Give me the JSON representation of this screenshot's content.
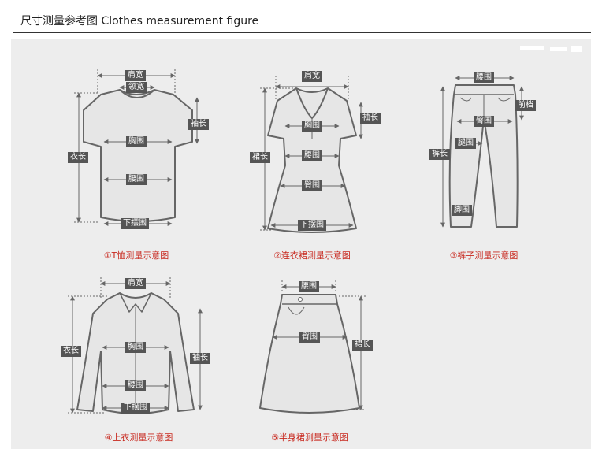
{
  "header": {
    "title": "尺寸测量参考图 Clothes measurement figure"
  },
  "figures": {
    "tshirt": {
      "caption": "①T恤测量示意图",
      "labels": {
        "shoulder": "肩宽",
        "collar": "领宽",
        "sleeve": "袖长",
        "chest": "胸围",
        "length": "衣长",
        "waist": "腰围",
        "hem": "下摆围"
      }
    },
    "dress": {
      "caption": "②连衣裙测量示意图",
      "labels": {
        "shoulder": "肩宽",
        "sleeve": "袖长",
        "chest": "胸围",
        "length": "裙长",
        "waist": "腰围",
        "hip": "臀围",
        "hem": "下摆围"
      }
    },
    "pants": {
      "caption": "③裤子测量示意图",
      "labels": {
        "waist": "腰围",
        "rise": "前档",
        "hip": "臀围",
        "thigh": "腿围",
        "length": "裤长",
        "leg_opening": "脚围"
      }
    },
    "top": {
      "caption": "④上衣测量示意图",
      "labels": {
        "shoulder": "肩宽",
        "chest": "胸围",
        "length": "衣长",
        "sleeve": "袖长",
        "waist": "腰围",
        "hem": "下摆围"
      }
    },
    "skirt": {
      "caption": "⑤半身裙测量示意图",
      "labels": {
        "waist": "腰围",
        "hip": "臀围",
        "length": "裙长"
      }
    }
  }
}
